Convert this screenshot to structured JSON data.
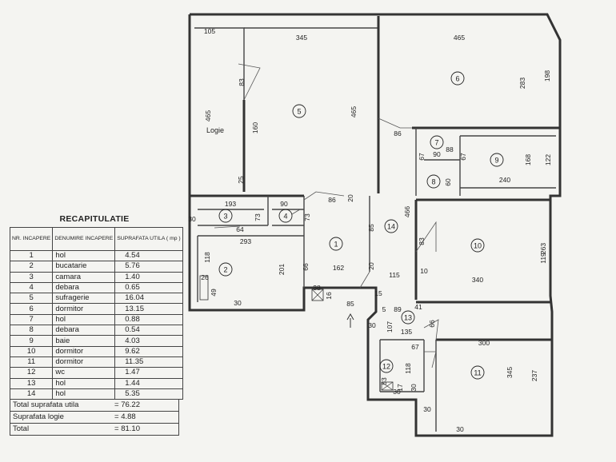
{
  "recap": {
    "title": "RECAPITULATIE",
    "headers": [
      "NR. INCAPERE",
      "DENUMIRE INCAPERE",
      "SUPRAFATA UTILA ( mp )"
    ],
    "rows": [
      {
        "nr": "1",
        "name": "hol",
        "area": "4.54"
      },
      {
        "nr": "2",
        "name": "bucatarie",
        "area": "5.76"
      },
      {
        "nr": "3",
        "name": "camara",
        "area": "1.40"
      },
      {
        "nr": "4",
        "name": "debara",
        "area": "0.65"
      },
      {
        "nr": "5",
        "name": "sufragerie",
        "area": "16.04"
      },
      {
        "nr": "6",
        "name": "dormitor",
        "area": "13.15"
      },
      {
        "nr": "7",
        "name": "hol",
        "area": "0.88"
      },
      {
        "nr": "8",
        "name": "debara",
        "area": "0.54"
      },
      {
        "nr": "9",
        "name": "baie",
        "area": "4.03"
      },
      {
        "nr": "10",
        "name": "dormitor",
        "area": "9.62"
      },
      {
        "nr": "11",
        "name": "dormitor",
        "area": "11.35"
      },
      {
        "nr": "12",
        "name": "wc",
        "area": "1.47"
      },
      {
        "nr": "13",
        "name": "hol",
        "area": "1.44"
      },
      {
        "nr": "14",
        "name": "hol",
        "area": "5.35"
      }
    ],
    "totals": [
      {
        "label": "Total suprafata utila",
        "eq": "=",
        "value": "76.22"
      },
      {
        "label": "Suprafata logie",
        "eq": "=",
        "value": "4.88"
      },
      {
        "label": "Total",
        "eq": "=",
        "value": "81.10"
      }
    ]
  },
  "plan": {
    "logie_label": "Logie",
    "rooms": [
      "1",
      "2",
      "3",
      "4",
      "5",
      "6",
      "7",
      "8",
      "9",
      "10",
      "11",
      "12",
      "13",
      "14"
    ],
    "dims": [
      "105",
      "345",
      "465",
      "83",
      "160",
      "465",
      "25",
      "465",
      "283",
      "198",
      "86",
      "90",
      "88",
      "67",
      "60",
      "67",
      "168",
      "122",
      "240",
      "193",
      "73",
      "30",
      "90",
      "73",
      "86",
      "20",
      "466",
      "64",
      "293",
      "85",
      "83",
      "263",
      "119",
      "118",
      "201",
      "162",
      "66",
      "115",
      "26",
      "49",
      "38",
      "30",
      "10",
      "340",
      "85",
      "15",
      "5",
      "89",
      "41",
      "30",
      "107",
      "135",
      "66",
      "300",
      "67",
      "118",
      "237",
      "345",
      "53",
      "17",
      "30",
      "30",
      "30",
      "30",
      "20",
      "16"
    ]
  }
}
